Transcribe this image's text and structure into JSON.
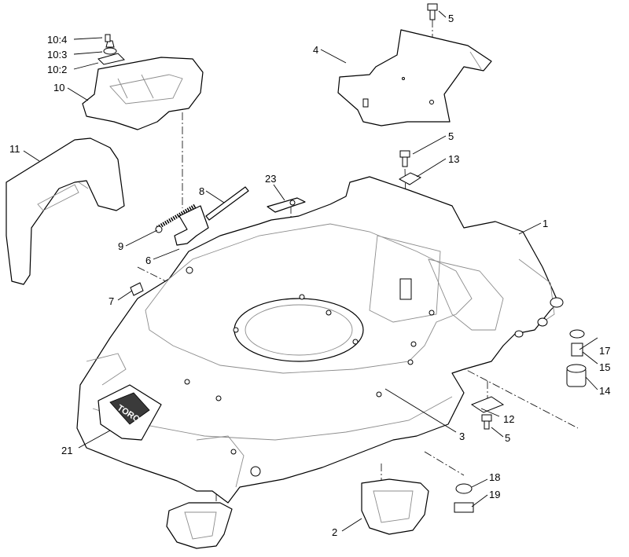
{
  "brand_logo": "TORO",
  "callouts": {
    "c1": "1",
    "c2": "2",
    "c3": "3",
    "c4": "4",
    "c5a": "5",
    "c5b": "5",
    "c5c": "5",
    "c6": "6",
    "c7": "7",
    "c8": "8",
    "c9": "9",
    "c10": "10",
    "c10_2": "10:2",
    "c10_3": "10:3",
    "c10_4": "10:4",
    "c11": "11",
    "c12": "12",
    "c13": "13",
    "c14": "14",
    "c15": "15",
    "c17": "17",
    "c18": "18",
    "c19": "19",
    "c21": "21",
    "c23": "23"
  }
}
